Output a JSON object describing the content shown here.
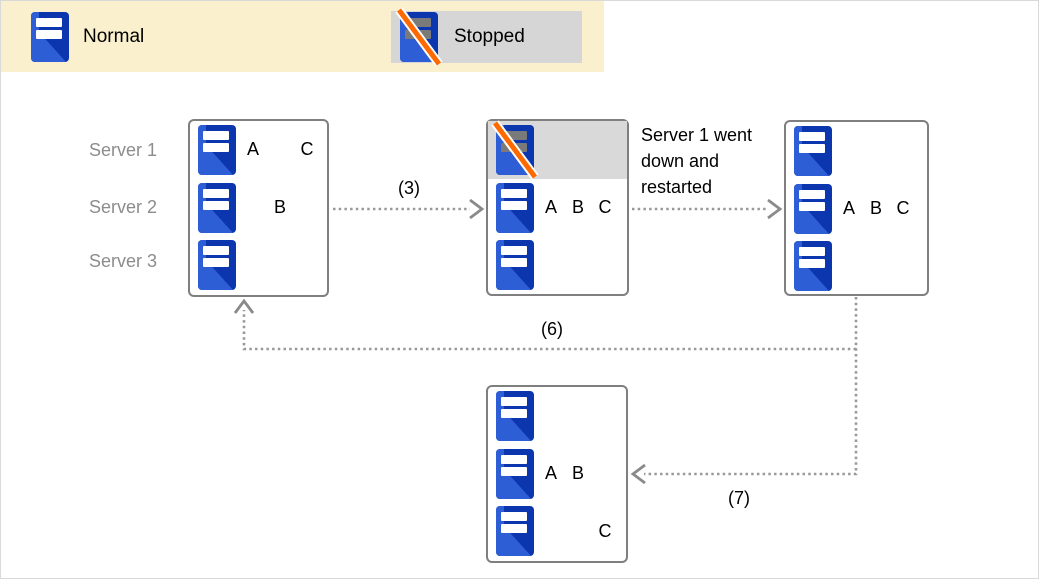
{
  "colors": {
    "legend_bg": "#faf0ce",
    "chip_bg": "#d6d6d6",
    "highlight_row_bg": "#d9d9d9",
    "server_dark": "#0b36ae",
    "server_light": "#2e5ed6",
    "bar_normal": "#ffffff",
    "bar_stopped": "#7a7a7a",
    "slash_orange": "#ff6a00",
    "box_border": "#7f7f7f",
    "arrow_gray": "#999999",
    "arrow_head_gray": "#8a8a8a",
    "row_label_gray": "#8c8c8c"
  },
  "legend": {
    "items": [
      {
        "state": "normal",
        "label": "Normal"
      },
      {
        "state": "stopped",
        "label": "Stopped"
      }
    ]
  },
  "server_row_labels": [
    "Server 1",
    "Server 2",
    "Server 3"
  ],
  "boxes": [
    {
      "name": "cluster-initial-state",
      "rows": [
        {
          "state": "normal",
          "apps": [
            {
              "label": "A",
              "col": 0
            },
            {
              "label": "C",
              "col": 2
            }
          ]
        },
        {
          "state": "normal",
          "apps": [
            {
              "label": "B",
              "col": 1
            }
          ]
        },
        {
          "state": "normal",
          "apps": []
        }
      ]
    },
    {
      "name": "cluster-server1-stopped",
      "highlight_row": 0,
      "rows": [
        {
          "state": "stopped",
          "apps": []
        },
        {
          "state": "normal",
          "apps": [
            {
              "label": "A",
              "col": 0
            },
            {
              "label": "B",
              "col": 1
            },
            {
              "label": "C",
              "col": 2
            }
          ]
        },
        {
          "state": "normal",
          "apps": []
        }
      ]
    },
    {
      "name": "cluster-server1-restarted",
      "rows": [
        {
          "state": "normal",
          "apps": []
        },
        {
          "state": "normal",
          "apps": [
            {
              "label": "A",
              "col": 0
            },
            {
              "label": "B",
              "col": 1
            },
            {
              "label": "C",
              "col": 2
            }
          ]
        },
        {
          "state": "normal",
          "apps": []
        }
      ]
    },
    {
      "name": "cluster-redistributed",
      "rows": [
        {
          "state": "normal",
          "apps": []
        },
        {
          "state": "normal",
          "apps": [
            {
              "label": "A",
              "col": 0
            },
            {
              "label": "B",
              "col": 1
            }
          ]
        },
        {
          "state": "normal",
          "apps": [
            {
              "label": "C",
              "col": 2
            }
          ]
        }
      ]
    }
  ],
  "arrows": {
    "a3": {
      "label": "(3)"
    },
    "a6": {
      "label": "(6)"
    },
    "a7": {
      "label": "(7)"
    }
  },
  "annotation": {
    "text": "Server 1 went\ndown and\nrestarted"
  }
}
